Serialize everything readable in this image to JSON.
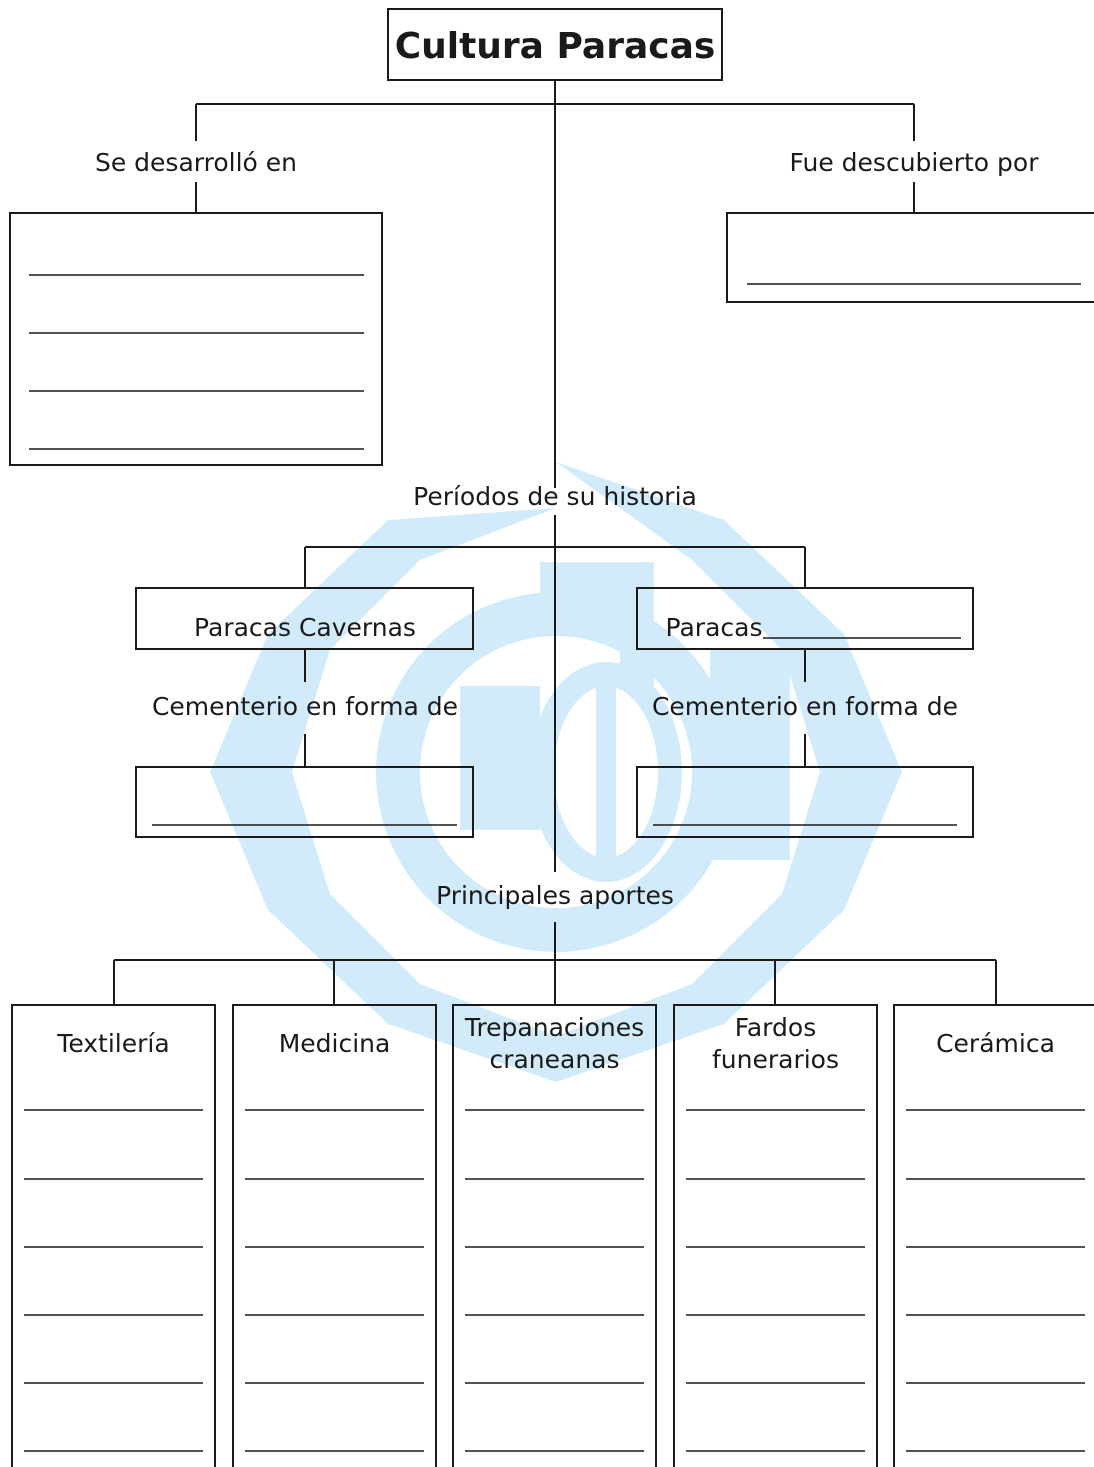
{
  "title": "Cultura Paracas",
  "left_branch": {
    "label": "Se desarrolló en"
  },
  "right_branch": {
    "label": "Fue descubierto por"
  },
  "center_branch": {
    "label": "Períodos de su historia"
  },
  "periods": [
    {
      "name": "Paracas Cavernas",
      "cemetery_label": "Cementerio en forma de"
    },
    {
      "name": "Paracas",
      "cemetery_label": "Cementerio en forma de"
    }
  ],
  "contributions_label": "Principales aportes",
  "contributions": [
    {
      "lines": [
        "Textilería"
      ]
    },
    {
      "lines": [
        "Medicina"
      ]
    },
    {
      "lines": [
        "Trepanaciones",
        "craneanas"
      ]
    },
    {
      "lines": [
        "Fardos",
        "funerarios"
      ]
    },
    {
      "lines": [
        "Cerámica"
      ]
    }
  ]
}
